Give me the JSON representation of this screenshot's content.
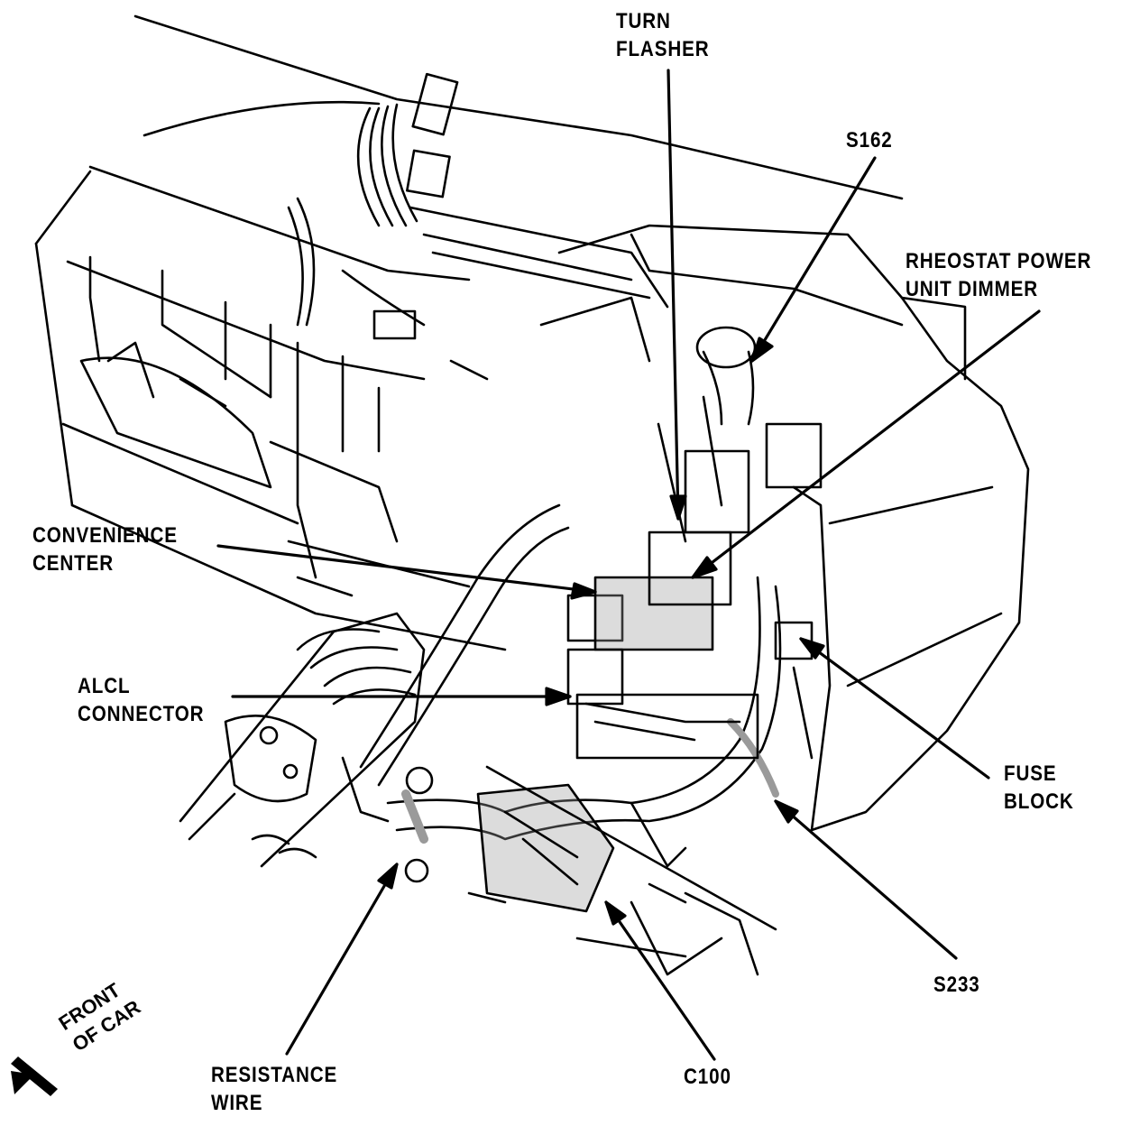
{
  "colors": {
    "ink": "#000000",
    "paper": "#ffffff",
    "shading": "#9a9a9a"
  },
  "labels": {
    "turn_flasher": [
      "TURN",
      "FLASHER"
    ],
    "s162": [
      "S162"
    ],
    "rheostat": [
      "RHEOSTAT POWER",
      "UNIT DIMMER"
    ],
    "convenience_center": [
      "CONVENIENCE",
      "CENTER"
    ],
    "alcl_connector": [
      "ALCL",
      "CONNECTOR"
    ],
    "fuse_block": [
      "FUSE",
      "BLOCK"
    ],
    "s233": [
      "S233"
    ],
    "c100": [
      "C100"
    ],
    "resistance_wire": [
      "RESISTANCE",
      "WIRE"
    ]
  },
  "orientation": {
    "text": [
      "FRONT",
      "OF CAR"
    ],
    "icon": "arrow-down-left-icon"
  }
}
